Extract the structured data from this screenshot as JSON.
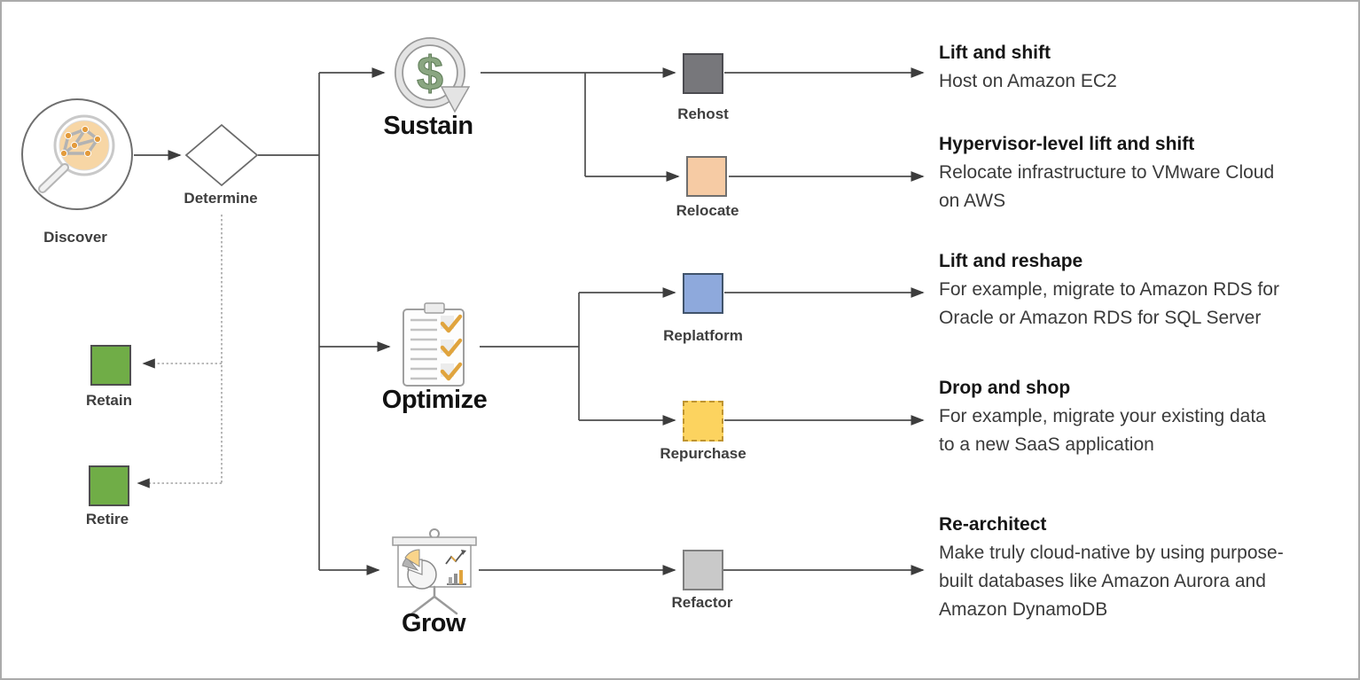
{
  "canvas": {
    "border_color": "#ababab",
    "background": "#ffffff"
  },
  "icons": {
    "discover": "magnifier-network-icon",
    "determine": "decision-diamond",
    "sustain": "dollar-refresh-icon",
    "sustain_glyph": "$",
    "optimize": "checklist-icon",
    "grow": "presentation-chart-icon"
  },
  "nodes": {
    "discover": {
      "label": "Discover"
    },
    "determine": {
      "label": "Determine"
    },
    "sustain": {
      "label": "Sustain"
    },
    "optimize": {
      "label": "Optimize"
    },
    "grow": {
      "label": "Grow"
    },
    "rehost": {
      "label": "Rehost",
      "fill": "#77777b",
      "border": "#4b4b50"
    },
    "relocate": {
      "label": "Relocate",
      "fill": "#f6cba4",
      "border": "#6f6f6f"
    },
    "replatform": {
      "label": "Replatform",
      "fill": "#8ea9dc",
      "border": "#40536b"
    },
    "repurchase": {
      "label": "Repurchase",
      "fill": "#fcd35f",
      "border": "#bf9430"
    },
    "refactor": {
      "label": "Refactor",
      "fill": "#c9c9c9",
      "border": "#7f7f7f"
    },
    "retain": {
      "label": "Retain",
      "fill": "#70ad47",
      "border": "#4e4e4e"
    },
    "retire": {
      "label": "Retire",
      "fill": "#70ad47",
      "border": "#4e4e4e"
    }
  },
  "outcomes": {
    "rehost": {
      "title": "Lift and shift",
      "desc": "Host on Amazon EC2"
    },
    "relocate": {
      "title": "Hypervisor-level lift and shift",
      "desc": "Relocate infrastructure to VMware Cloud on AWS"
    },
    "replatform": {
      "title": "Lift and reshape",
      "desc": "For example, migrate to Amazon RDS for Oracle or Amazon RDS for SQL Server"
    },
    "repurchase": {
      "title": "Drop and shop",
      "desc": "For example, migrate your existing data to a new SaaS application"
    },
    "refactor": {
      "title": "Re-architect",
      "desc": "Make truly cloud-native by using purpose-built databases like Amazon Aurora and Amazon DynamoDB"
    }
  },
  "line_colors": {
    "solid": "#4d4d4d",
    "dotted": "#a3a3a3"
  }
}
